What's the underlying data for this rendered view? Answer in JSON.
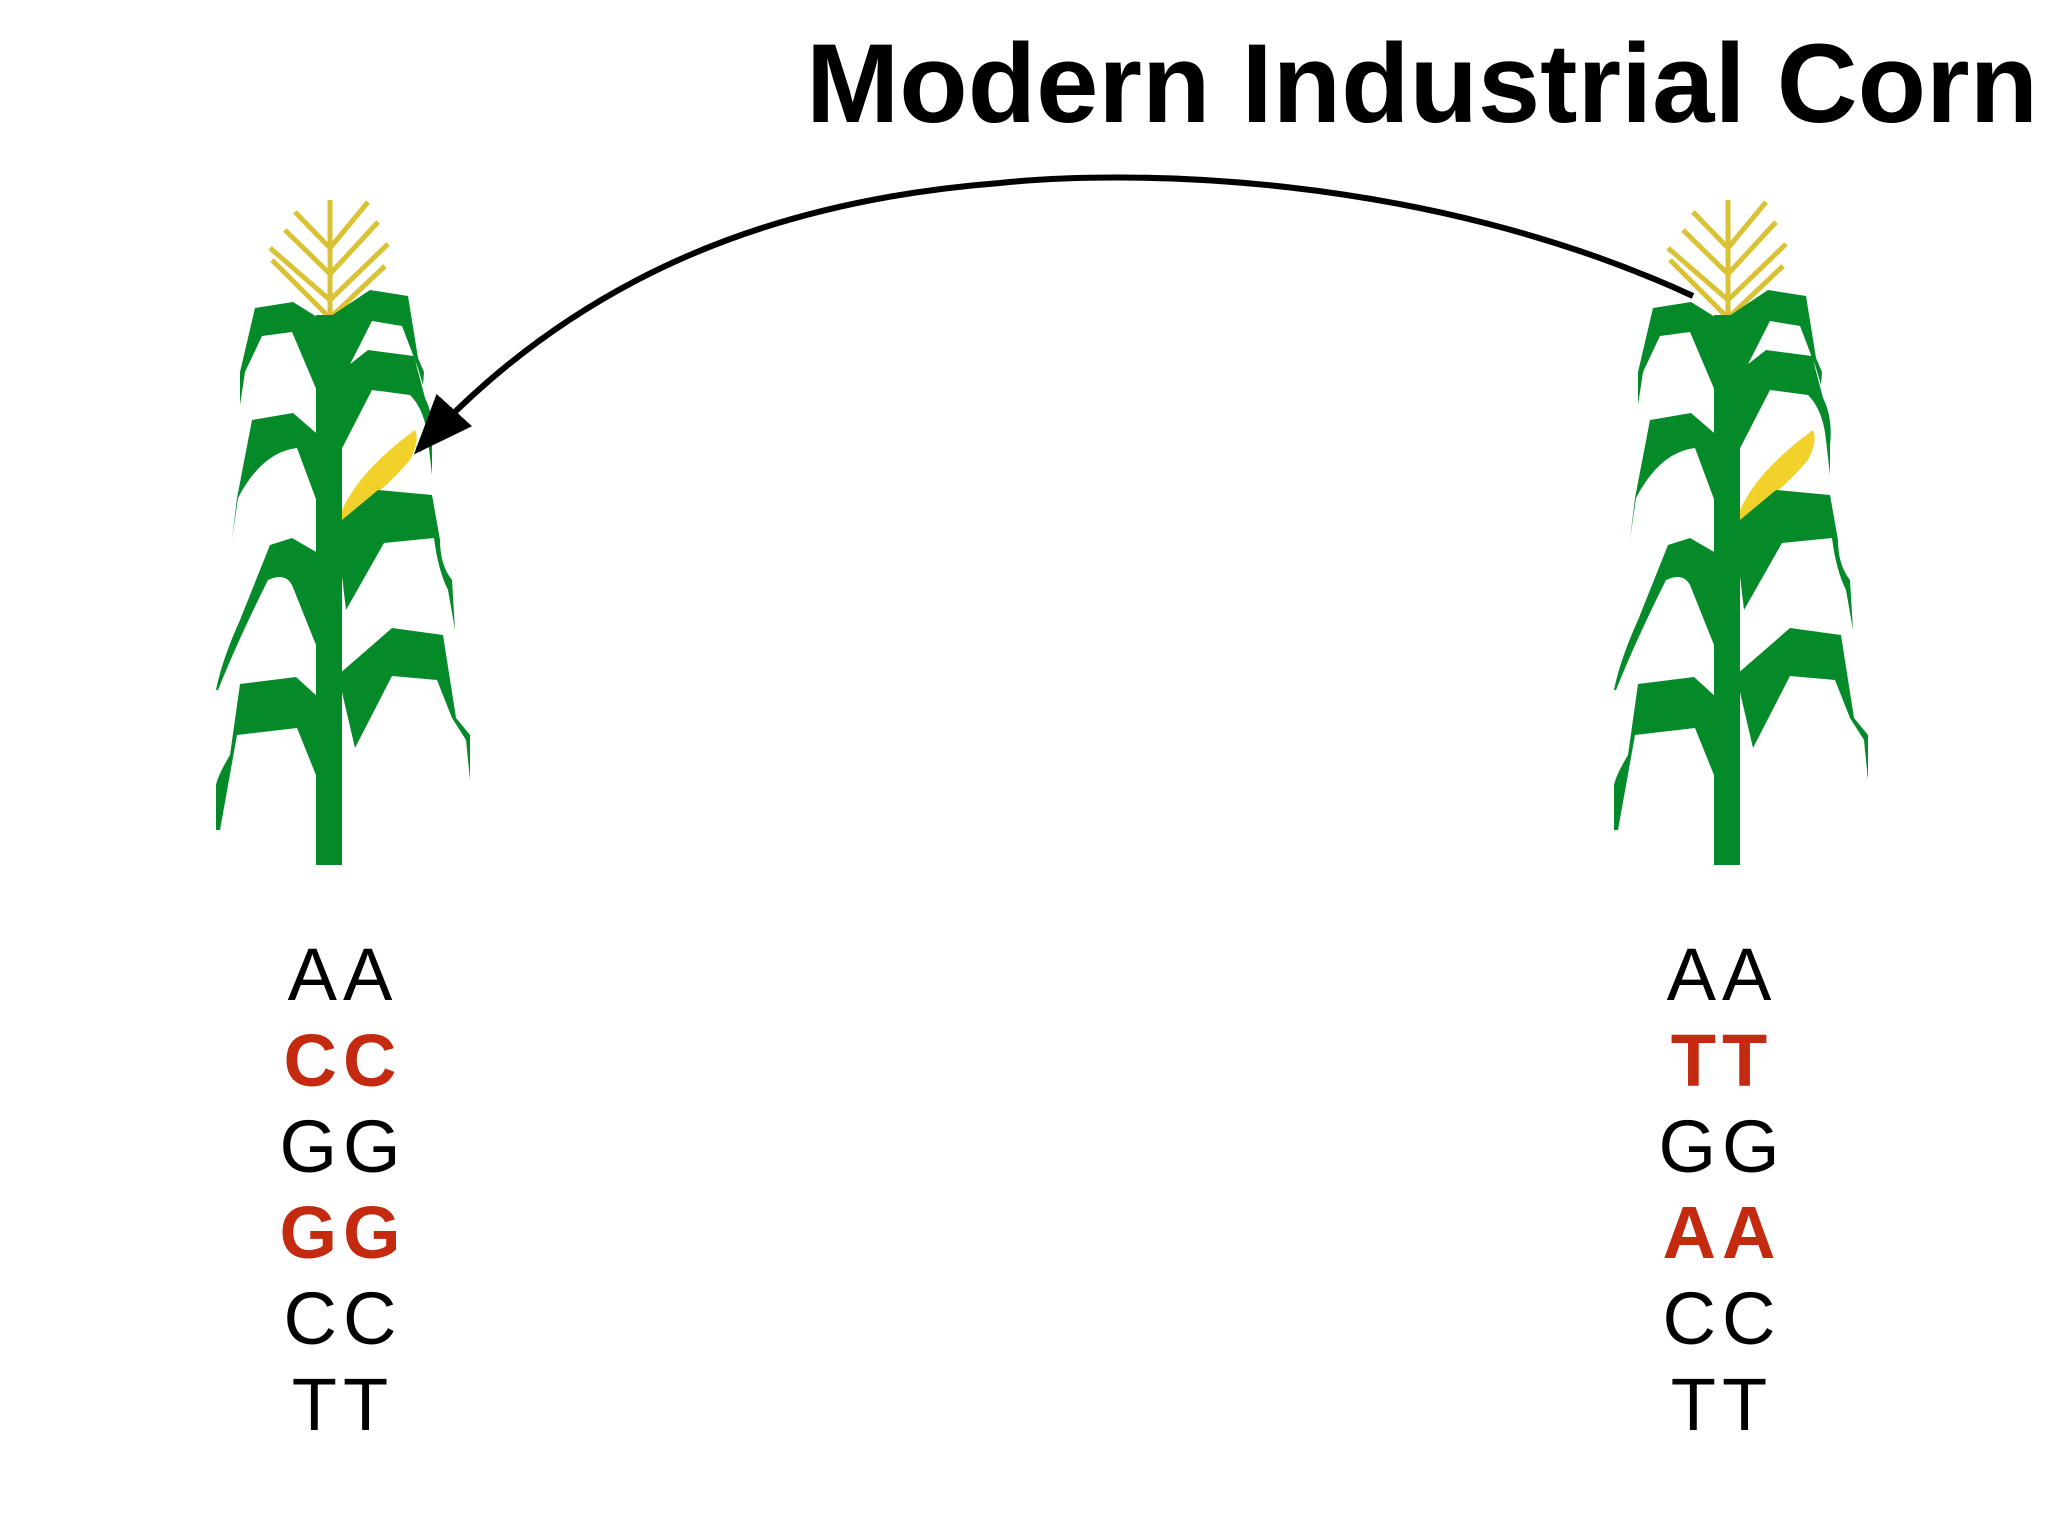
{
  "title": "Modern Industrial Corn",
  "colors": {
    "leaf": "#058a2a",
    "tassel": "#d9c234",
    "ear": "#f2d22a",
    "highlight": "#c42a10",
    "text": "#000000",
    "arrow": "#000000"
  },
  "plants": [
    {
      "id": "left",
      "genotype": [
        {
          "text": "AA",
          "highlight": false
        },
        {
          "text": "CC",
          "highlight": true
        },
        {
          "text": "GG",
          "highlight": false
        },
        {
          "text": "GG",
          "highlight": true
        },
        {
          "text": "CC",
          "highlight": false
        },
        {
          "text": "TT",
          "highlight": false
        }
      ]
    },
    {
      "id": "right",
      "genotype": [
        {
          "text": "AA",
          "highlight": false
        },
        {
          "text": "TT",
          "highlight": true
        },
        {
          "text": "GG",
          "highlight": false
        },
        {
          "text": "AA",
          "highlight": true
        },
        {
          "text": "CC",
          "highlight": false
        },
        {
          "text": "TT",
          "highlight": false
        }
      ]
    }
  ],
  "arrow": {
    "from": "right",
    "to": "left"
  }
}
